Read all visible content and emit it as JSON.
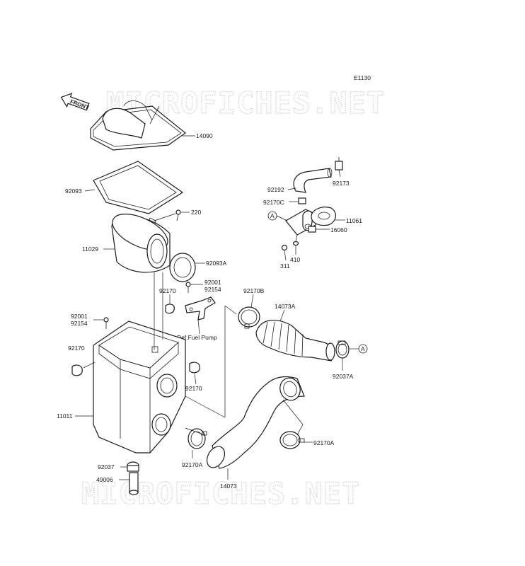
{
  "diagram_code": "E1130",
  "watermark": "MICROFICHES.NET",
  "front_label": "FRONT",
  "ref_note": "Ref.Fuel Pump",
  "callout_letter": "A",
  "labels": {
    "p14090": "14090",
    "p92093": "92093",
    "p220": "220",
    "p11029": "11029",
    "p92093A": "92093A",
    "p92001a": "92001",
    "p92154a": "92154",
    "p92170a": "92170",
    "p92001b": "92001",
    "p92154b": "92154",
    "p92170b": "92170",
    "p92170c": "92170",
    "p11011": "11011",
    "p92037": "92037",
    "p49006": "49006",
    "p92170A_1": "92170A",
    "p14073": "14073",
    "p92170A_2": "92170A",
    "p92170B": "92170B",
    "p14073A": "14073A",
    "p92037A": "92037A",
    "p92192": "92192",
    "p92173": "92173",
    "p92170C": "92170C",
    "p11061": "11061",
    "p16060": "16060",
    "p311": "311",
    "p410": "410"
  }
}
